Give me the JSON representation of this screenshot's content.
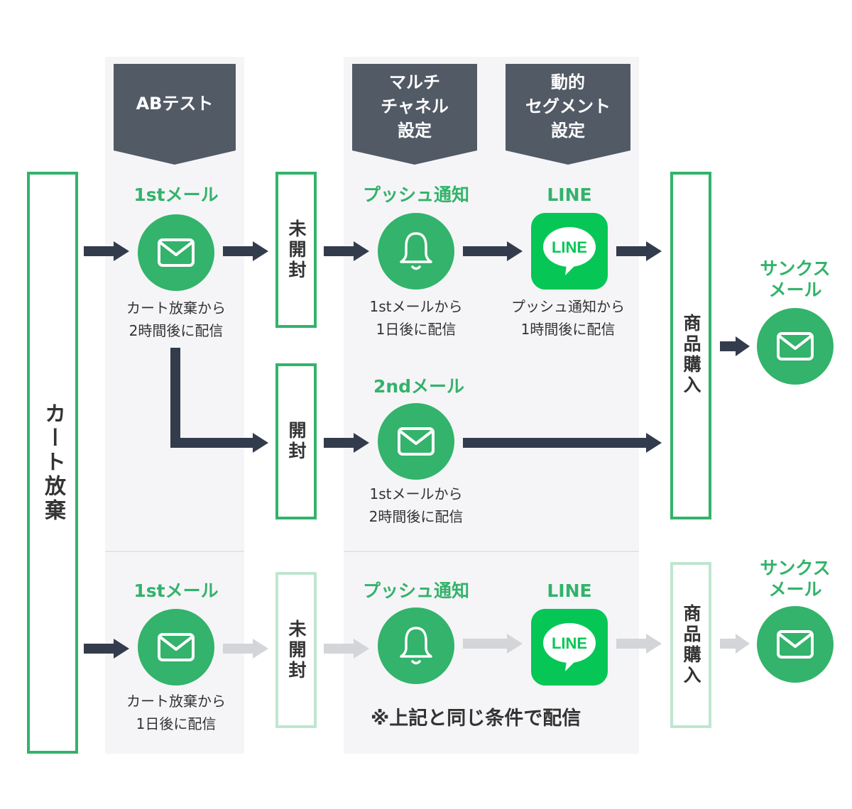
{
  "colors": {
    "accent_green": "#32b36a",
    "line_green": "#06c755",
    "faded_green": "#bfe6cf",
    "header_bg": "#525a66",
    "arrow_dark": "#333c4c",
    "arrow_light": "#d3d5d8",
    "band_bg": "#f5f5f7"
  },
  "headers": {
    "ab_test": "ABテスト",
    "multichannel": "マルチ\nチャネル\n設定",
    "dynamic_segment": "動的\nセグメント\n設定"
  },
  "start_box": {
    "label": "カート放棄"
  },
  "row_a": {
    "first_mail": {
      "title": "1stメール",
      "icon": "mail-icon",
      "sub": "カート放棄から\n2時間後に配信"
    },
    "unopened": {
      "label": "未開封"
    },
    "push": {
      "title": "プッシュ通知",
      "icon": "bell-icon",
      "sub": "1stメールから\n1日後に配信"
    },
    "line": {
      "title": "LINE",
      "icon": "line-logo-icon",
      "logo_text": "LINE",
      "sub": "プッシュ通知から\n1時間後に配信"
    },
    "opened": {
      "label": "開封"
    },
    "second_mail": {
      "title": "2ndメール",
      "icon": "mail-icon",
      "sub": "1stメールから\n2時間後に配信"
    },
    "purchase": {
      "label": "商品購入"
    },
    "thanks_mail": {
      "title": "サンクス\nメール",
      "icon": "mail-icon"
    }
  },
  "row_b": {
    "first_mail": {
      "title": "1stメール",
      "icon": "mail-icon",
      "sub": "カート放棄から\n1日後に配信"
    },
    "unopened": {
      "label": "未開封"
    },
    "push": {
      "title": "プッシュ通知",
      "icon": "bell-icon"
    },
    "line": {
      "title": "LINE",
      "icon": "line-logo-icon",
      "logo_text": "LINE"
    },
    "note": "※上記と同じ条件で配信",
    "purchase": {
      "label": "商品購入"
    },
    "thanks_mail": {
      "title": "サンクス\nメール",
      "icon": "mail-icon"
    }
  }
}
